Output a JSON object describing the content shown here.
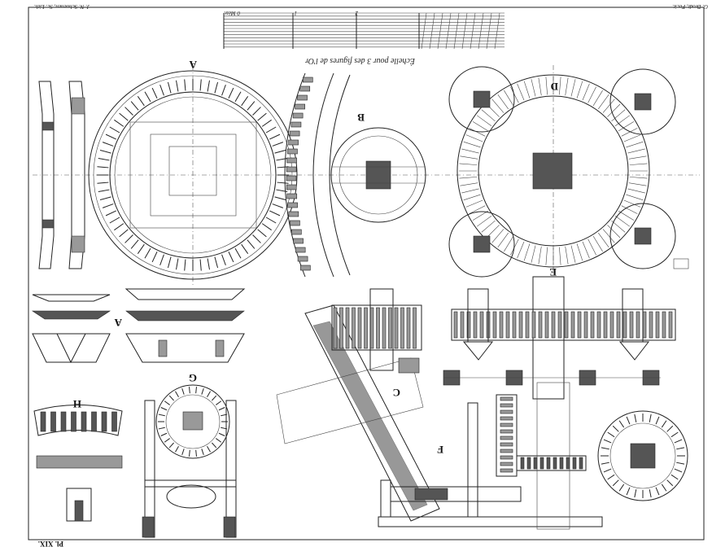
{
  "plate": {
    "number": "Pl. XIX.",
    "engraver_left": "J. N. Schoenen, Sc. Lith.",
    "engraver_right": "G. Brodt, Fecit.",
    "scale_title": "Échelle pour 3 des figures de l'Or",
    "scale_units": [
      "0 Mètr.",
      "1",
      "2"
    ]
  },
  "figures": {
    "A": "A",
    "B": "B",
    "C": "C",
    "D": "D",
    "E": "E",
    "F": "F",
    "G": "G",
    "H": "H",
    "A2": "A"
  },
  "colors": {
    "ink": "#222222",
    "paper": "#ffffff",
    "hatch": "#555555"
  }
}
